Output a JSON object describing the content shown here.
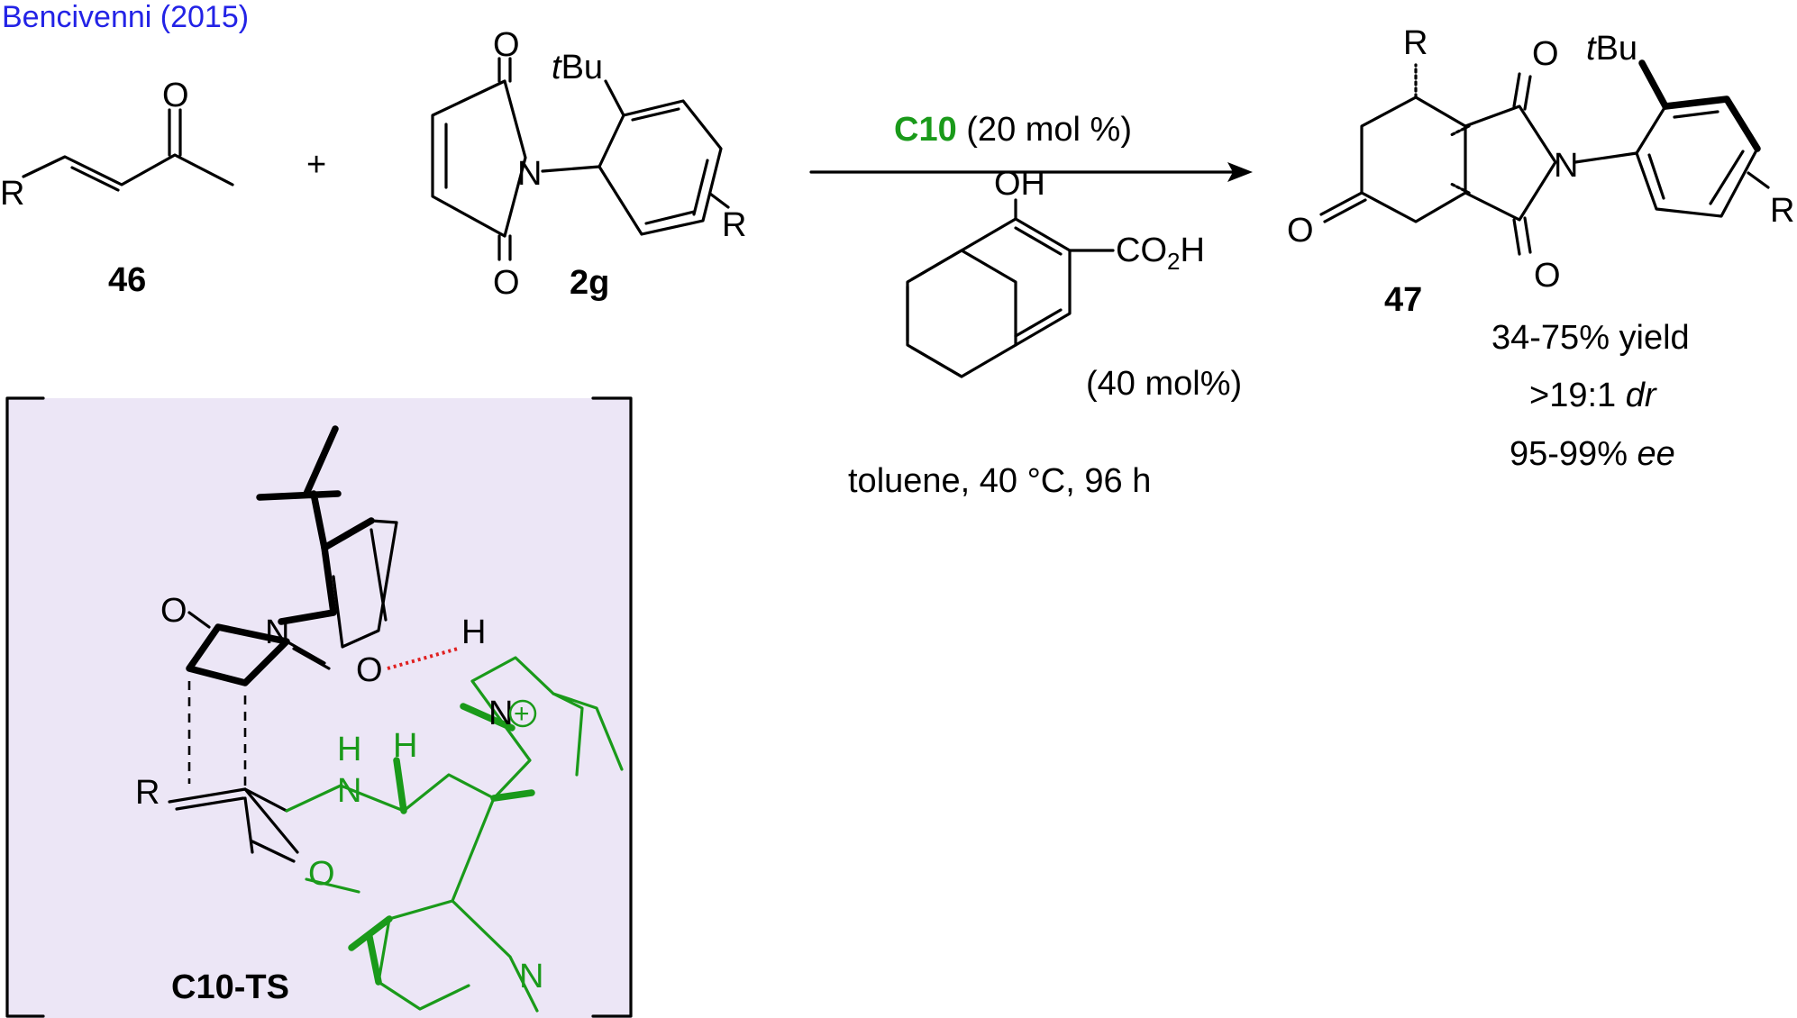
{
  "header": {
    "author_year": "Bencivenni (2015)"
  },
  "colors": {
    "author": "#2323e6",
    "catalyst": "#1a9a1a",
    "ts_box": "#ece6f6",
    "hbond": "#e02020",
    "text": "#000000"
  },
  "reactants": {
    "enone": {
      "label": "46",
      "substituent": "R",
      "carbonyl_O": "O"
    },
    "plus": "+",
    "maleimide": {
      "label": "2g",
      "tbu": "tBu",
      "tbu_t": "t",
      "tbu_rest": "Bu",
      "N": "N",
      "O_top": "O",
      "O_bottom": "O",
      "ring_sub": "R"
    }
  },
  "conditions": {
    "catalyst_name": "C10",
    "catalyst_load": " (20 mol %)",
    "additive": {
      "OH": "OH",
      "acid": "CO",
      "acid_sub": "2",
      "acid_end": "H",
      "load": "(40 mol%)"
    },
    "solvent_temp_time": "toluene, 40 °C, 96 h"
  },
  "product": {
    "label": "47",
    "R_top": "R",
    "tbu_t": "t",
    "tbu_rest": "Bu",
    "N": "N",
    "O_top": "O",
    "O_bottom": "O",
    "O_ketone": "O",
    "ring_sub": "R",
    "yield": "34-75% yield",
    "dr_value": ">19:1 ",
    "dr_unit": "dr",
    "ee_value": "95-99% ",
    "ee_unit": "ee"
  },
  "transition_state": {
    "label": "C10-TS",
    "O_top": "O",
    "N_imide": "N",
    "O_hbond": "O",
    "H_hbond": "H",
    "N_plus": "N",
    "plus": "+",
    "NH_H": "H",
    "NH_N": "N",
    "CH_H": "H",
    "R": "R",
    "methoxy_O": "O",
    "quinoline_N": "N"
  }
}
